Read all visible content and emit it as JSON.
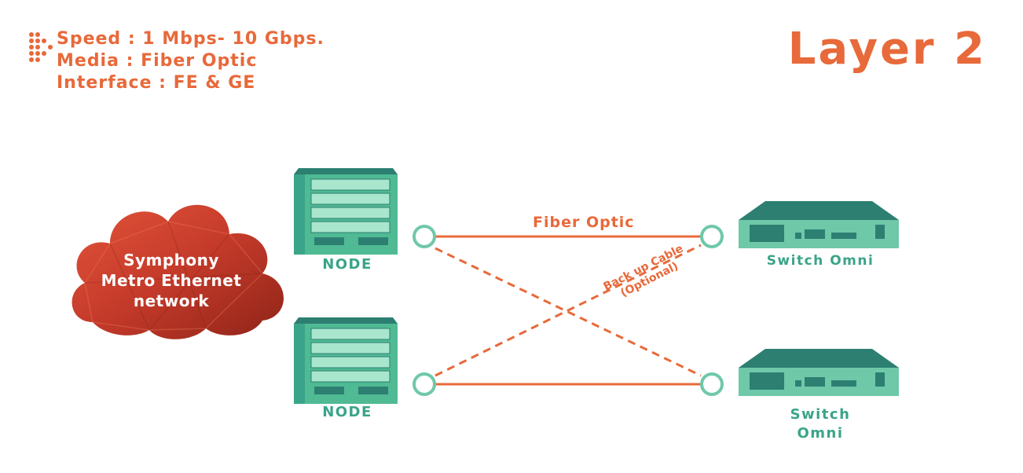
{
  "header": {
    "title": "Layer 2",
    "specs": [
      "Speed : 1 Mbps- 10 Gbps.",
      "Media : Fiber Optic",
      "Interface : FE & GE"
    ],
    "bullet_icon": "dot-grid-icon"
  },
  "cloud": {
    "lines": [
      "Symphony",
      "Metro Ethernet",
      "network"
    ]
  },
  "nodes": [
    {
      "label": "NODE"
    },
    {
      "label": "NODE"
    }
  ],
  "switches": [
    {
      "label_lines": [
        "Switch Omni"
      ]
    },
    {
      "label_lines": [
        "Switch",
        "Omni"
      ]
    }
  ],
  "links": {
    "primary_label": "Fiber Optic",
    "backup_label_lines": [
      "Back up Cable",
      "(Optional)"
    ]
  },
  "colors": {
    "accent_orange": "#e8693a",
    "equipment_green": "#3aa488",
    "cloud_red": "#c23a2a"
  }
}
